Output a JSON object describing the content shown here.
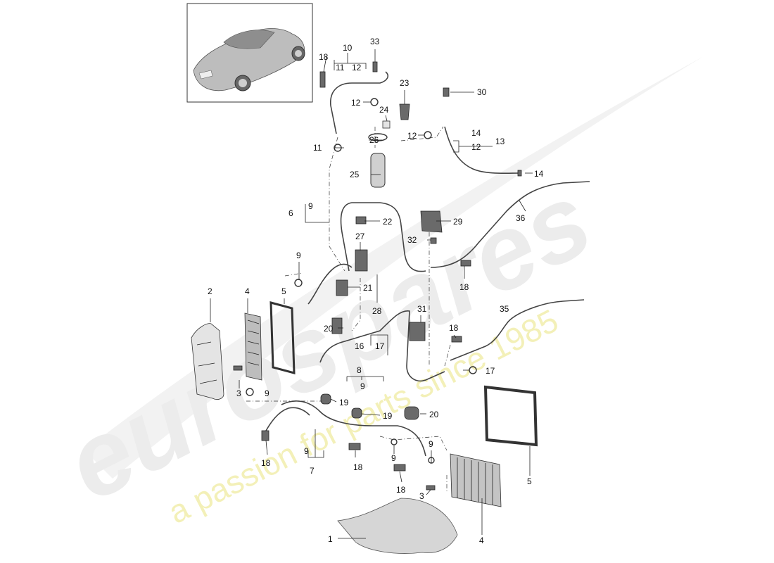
{
  "watermark": {
    "brand": "eurospares",
    "tagline": "a passion for parts since 1985"
  },
  "labels": {
    "n1": "1",
    "n2": "2",
    "n3a": "3",
    "n3b": "3",
    "n4a": "4",
    "n4b": "4",
    "n5a": "5",
    "n5b": "5",
    "n6": "6",
    "n7": "7",
    "n8": "8",
    "n9a": "9",
    "n9b": "9",
    "n9c": "9",
    "n9d": "9",
    "n9e": "9",
    "n9f": "9",
    "n9g": "9",
    "n10": "10",
    "n11a": "11",
    "n11b": "11",
    "n12a": "12",
    "n12b": "12",
    "n12c": "12",
    "n12d": "12",
    "n13": "13",
    "n14a": "14",
    "n14b": "14",
    "n16": "16",
    "n17a": "17",
    "n17b": "17",
    "n18a": "18",
    "n18b": "18",
    "n18c": "18",
    "n18d": "18",
    "n18e": "18",
    "n18f": "18",
    "n19a": "19",
    "n19b": "19",
    "n20a": "20",
    "n20b": "20",
    "n21": "21",
    "n22": "22",
    "n23": "23",
    "n24": "24",
    "n25": "25",
    "n26": "26",
    "n27": "27",
    "n28": "28",
    "n29": "29",
    "n30": "30",
    "n31": "31",
    "n32": "32",
    "n33": "33",
    "n35": "35",
    "n36": "36"
  },
  "colors": {
    "watermark_grey": "#ececec",
    "watermark_yellow": "#f3f0b8",
    "line": "#222222"
  }
}
